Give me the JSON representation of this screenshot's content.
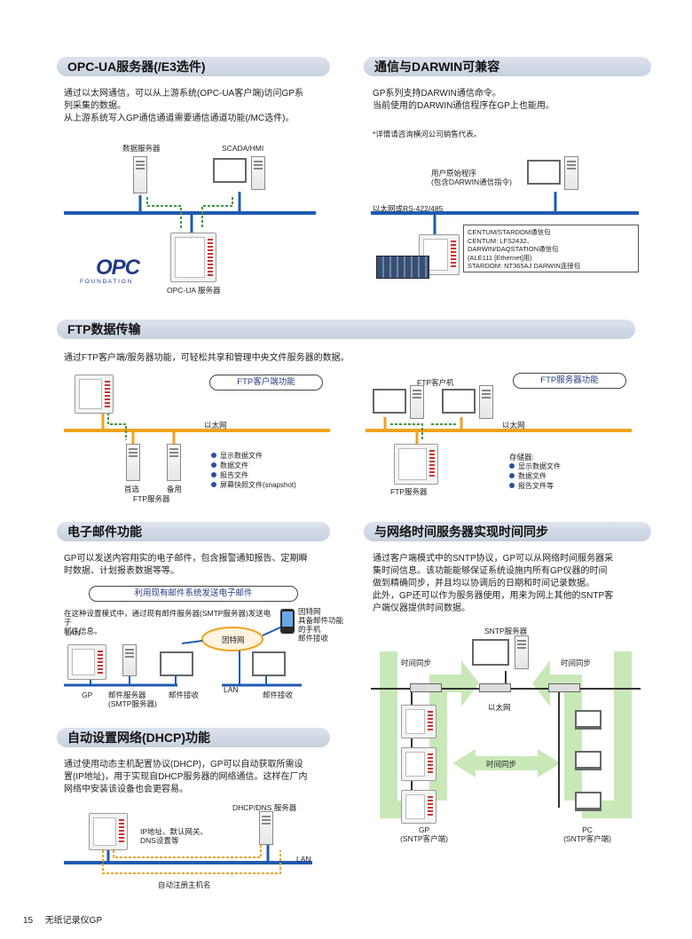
{
  "opc": {
    "title": "OPC-UA服务器(/E3选件)",
    "text1": "通过以太网通信，可以从上游系统(OPC-UA客户端)访问GP系",
    "text2": "列采集的数据。",
    "text3": "从上游系统写入GP通信通道需要通信通道功能(/MC选件)。",
    "label_data_server": "数据服务器",
    "label_scada": "SCADA/HMI",
    "logo_text": "OPC",
    "logo_sub": "F O U N D A T I O N",
    "label_opc_server": "OPC-UA 服务器"
  },
  "darwin": {
    "title": "通信与DARWIN可兼容",
    "text1": "GP系列支持DARWIN通信命令。",
    "text2": "当前使用的DARWIN通信程序在GP上也能用。",
    "note": "*详情请咨询横河公司销售代表。",
    "label_program1": "用户原始程序",
    "label_program2": "(包含DARWIN通信指令)",
    "label_network": "以太网或RS-422/485",
    "box_lines": [
      "CENTUM/STARDOM通信包",
      "CENTUM: LFS2432、",
      "DARWIN/DAQSTATION通信包",
      "(ALE111 [Ethernet]用)",
      "STARDOM: NT365AJ DARWIN连接包"
    ]
  },
  "ftp": {
    "title": "FTP数据传输",
    "text": "通过FTP客户端/服务器功能，可轻松共享和管理中央文件服务器的数据。",
    "pill_client": "FTP客户端功能",
    "pill_server": "FTP服务器功能",
    "label_ethernet_left": "以太网",
    "label_ethernet_right": "以太网",
    "label_primary": "首选",
    "label_secondary": "备用",
    "label_ftp_server_left": "FTP服务器",
    "label_ftp_client": "FTP客户机",
    "label_ftp_server_right": "FTP服务器",
    "bullets_left": [
      "显示数据文件",
      "数据文件",
      "报告文件",
      "屏幕快照文件(snapshot)"
    ],
    "storage_label": "存储器:",
    "bullets_right": [
      "显示数据文件",
      "数据文件",
      "报告文件等"
    ]
  },
  "email": {
    "title": "电子邮件功能",
    "text1": "GP可以发送内容翔实的电子邮件，包含报警通知报告、定期瞬",
    "text2": "时数据、计划报表数据等等。",
    "pill": "利用现有邮件系统发送电子邮件",
    "note1": "在这种设置模式中，通过现有邮件服务器(SMTP服务器)发送电子",
    "note2": "邮件信息。",
    "phone_note": [
      "因特网",
      "具备邮件功能",
      "的手机",
      "邮件接收"
    ],
    "label_internet": "因特网",
    "label_lan1": "LAN",
    "label_lan2": "LAN",
    "label_gp": "GP",
    "label_mail_server1": "邮件服务器",
    "label_mail_server2": "(SMTP服务器)",
    "label_receive1": "邮件接收",
    "label_receive2": "邮件接收"
  },
  "dhcp": {
    "title": "自动设置网络(DHCP)功能",
    "text1": "通过使用动态主机配置协议(DHCP)，GP可以自动获取所需设",
    "text2": "置(IP地址)，用于实现自DHCP服务器的网络通信。这样在厂内",
    "text3": "网络中安装该设备也会更容易。",
    "label_server": "DHCP/DNS 服务器",
    "label_ip1": "IP地址、默认网关、",
    "label_ip2": "DNS设置等",
    "label_lan": "LAN",
    "label_register": "自动注册主机名"
  },
  "sntp": {
    "title": "与网络时间服务器实现时间同步",
    "text1": "通过客户端模式中的SNTP协议，GP可以从网络时间服务器采",
    "text2": "集时间信息。该功能能够保证系统设施内所有GP仪器的时间",
    "text3": "做到精确同步，并且均以协调后的日期和时间记录数据。",
    "text4": "此外，GP还可以作为服务器使用，用来为网上其他的SNTP客",
    "text5": "户端仪器提供时间数据。",
    "label_server": "SNTP服务器",
    "label_sync_left": "时间同步",
    "label_sync_right": "时间同步",
    "label_sync_mid": "时间同步",
    "label_ethernet": "以太网",
    "label_gp1": "GP",
    "label_gp2": "(SNTP客户端)",
    "label_pc1": "PC",
    "label_pc2": "(SNTP客户端)"
  },
  "footer": {
    "page": "15",
    "title": "无纸记录仪GP"
  },
  "colors": {
    "network_blue": "#1f5bb0",
    "network_orange": "#f0a21d",
    "arrow_green": "#3a9a3a",
    "sync_green": "#c9e8b8",
    "logo_blue": "#233a86"
  }
}
